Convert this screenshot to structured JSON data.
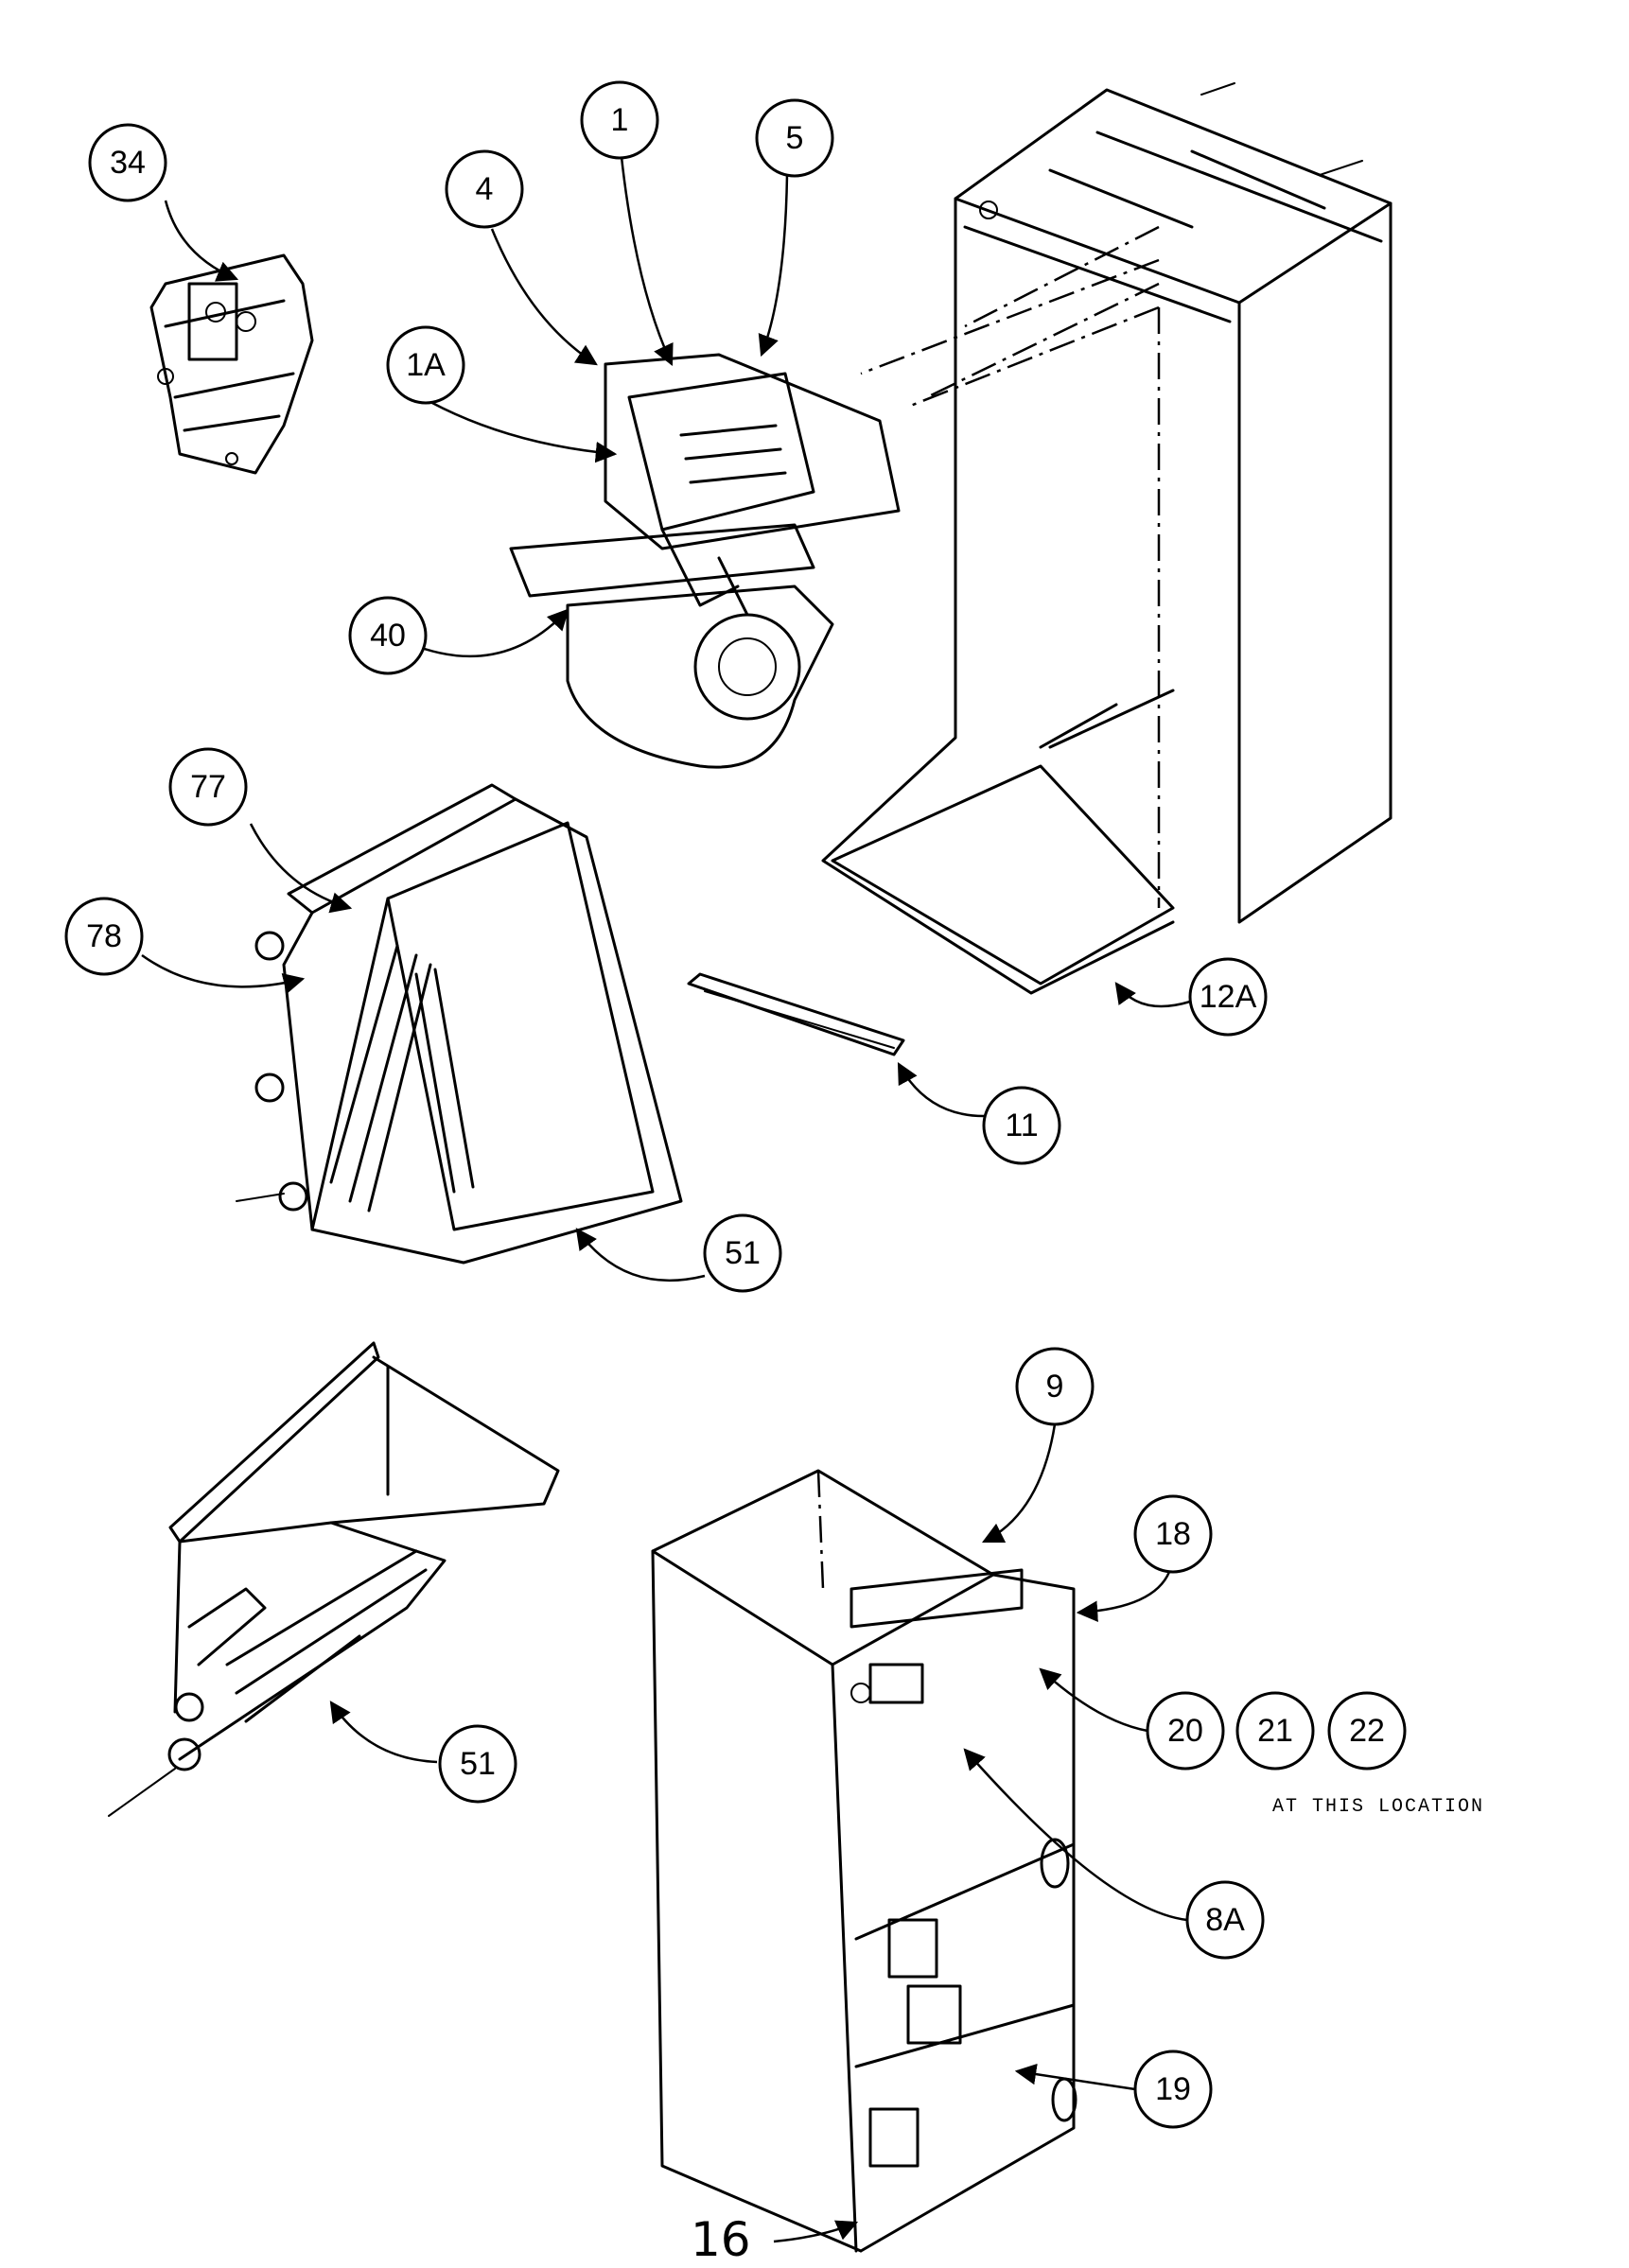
{
  "callouts": [
    "34",
    "4",
    "1",
    "5",
    "1A",
    "40",
    "77",
    "78",
    "12A",
    "11",
    "51",
    "51",
    "9",
    "18",
    "20",
    "21",
    "22",
    "8A",
    "19"
  ],
  "location_note": "AT THIS LOCATION",
  "handwritten_label": "16"
}
